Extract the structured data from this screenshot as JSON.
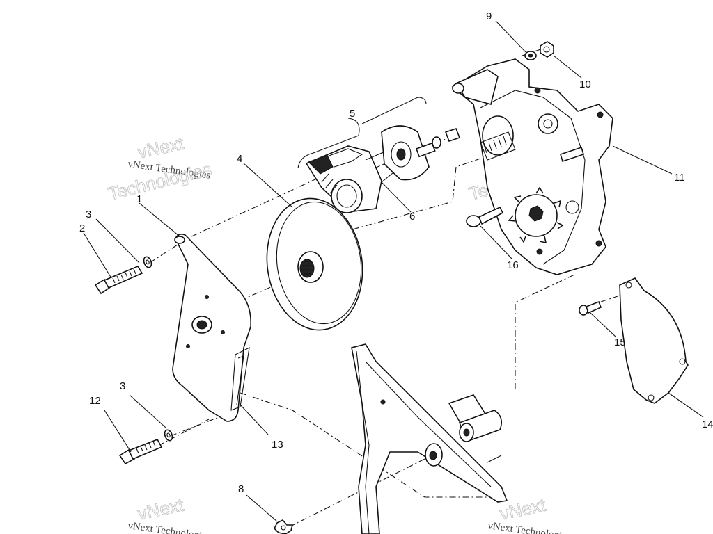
{
  "watermark": {
    "brand_line1": "vNext",
    "brand_line2": "Technologies",
    "caption": "vNext Technologies"
  },
  "callouts": [
    "1",
    "2",
    "3",
    "3",
    "4",
    "5",
    "6",
    "8",
    "9",
    "10",
    "11",
    "12",
    "13",
    "14",
    "15",
    "16"
  ]
}
